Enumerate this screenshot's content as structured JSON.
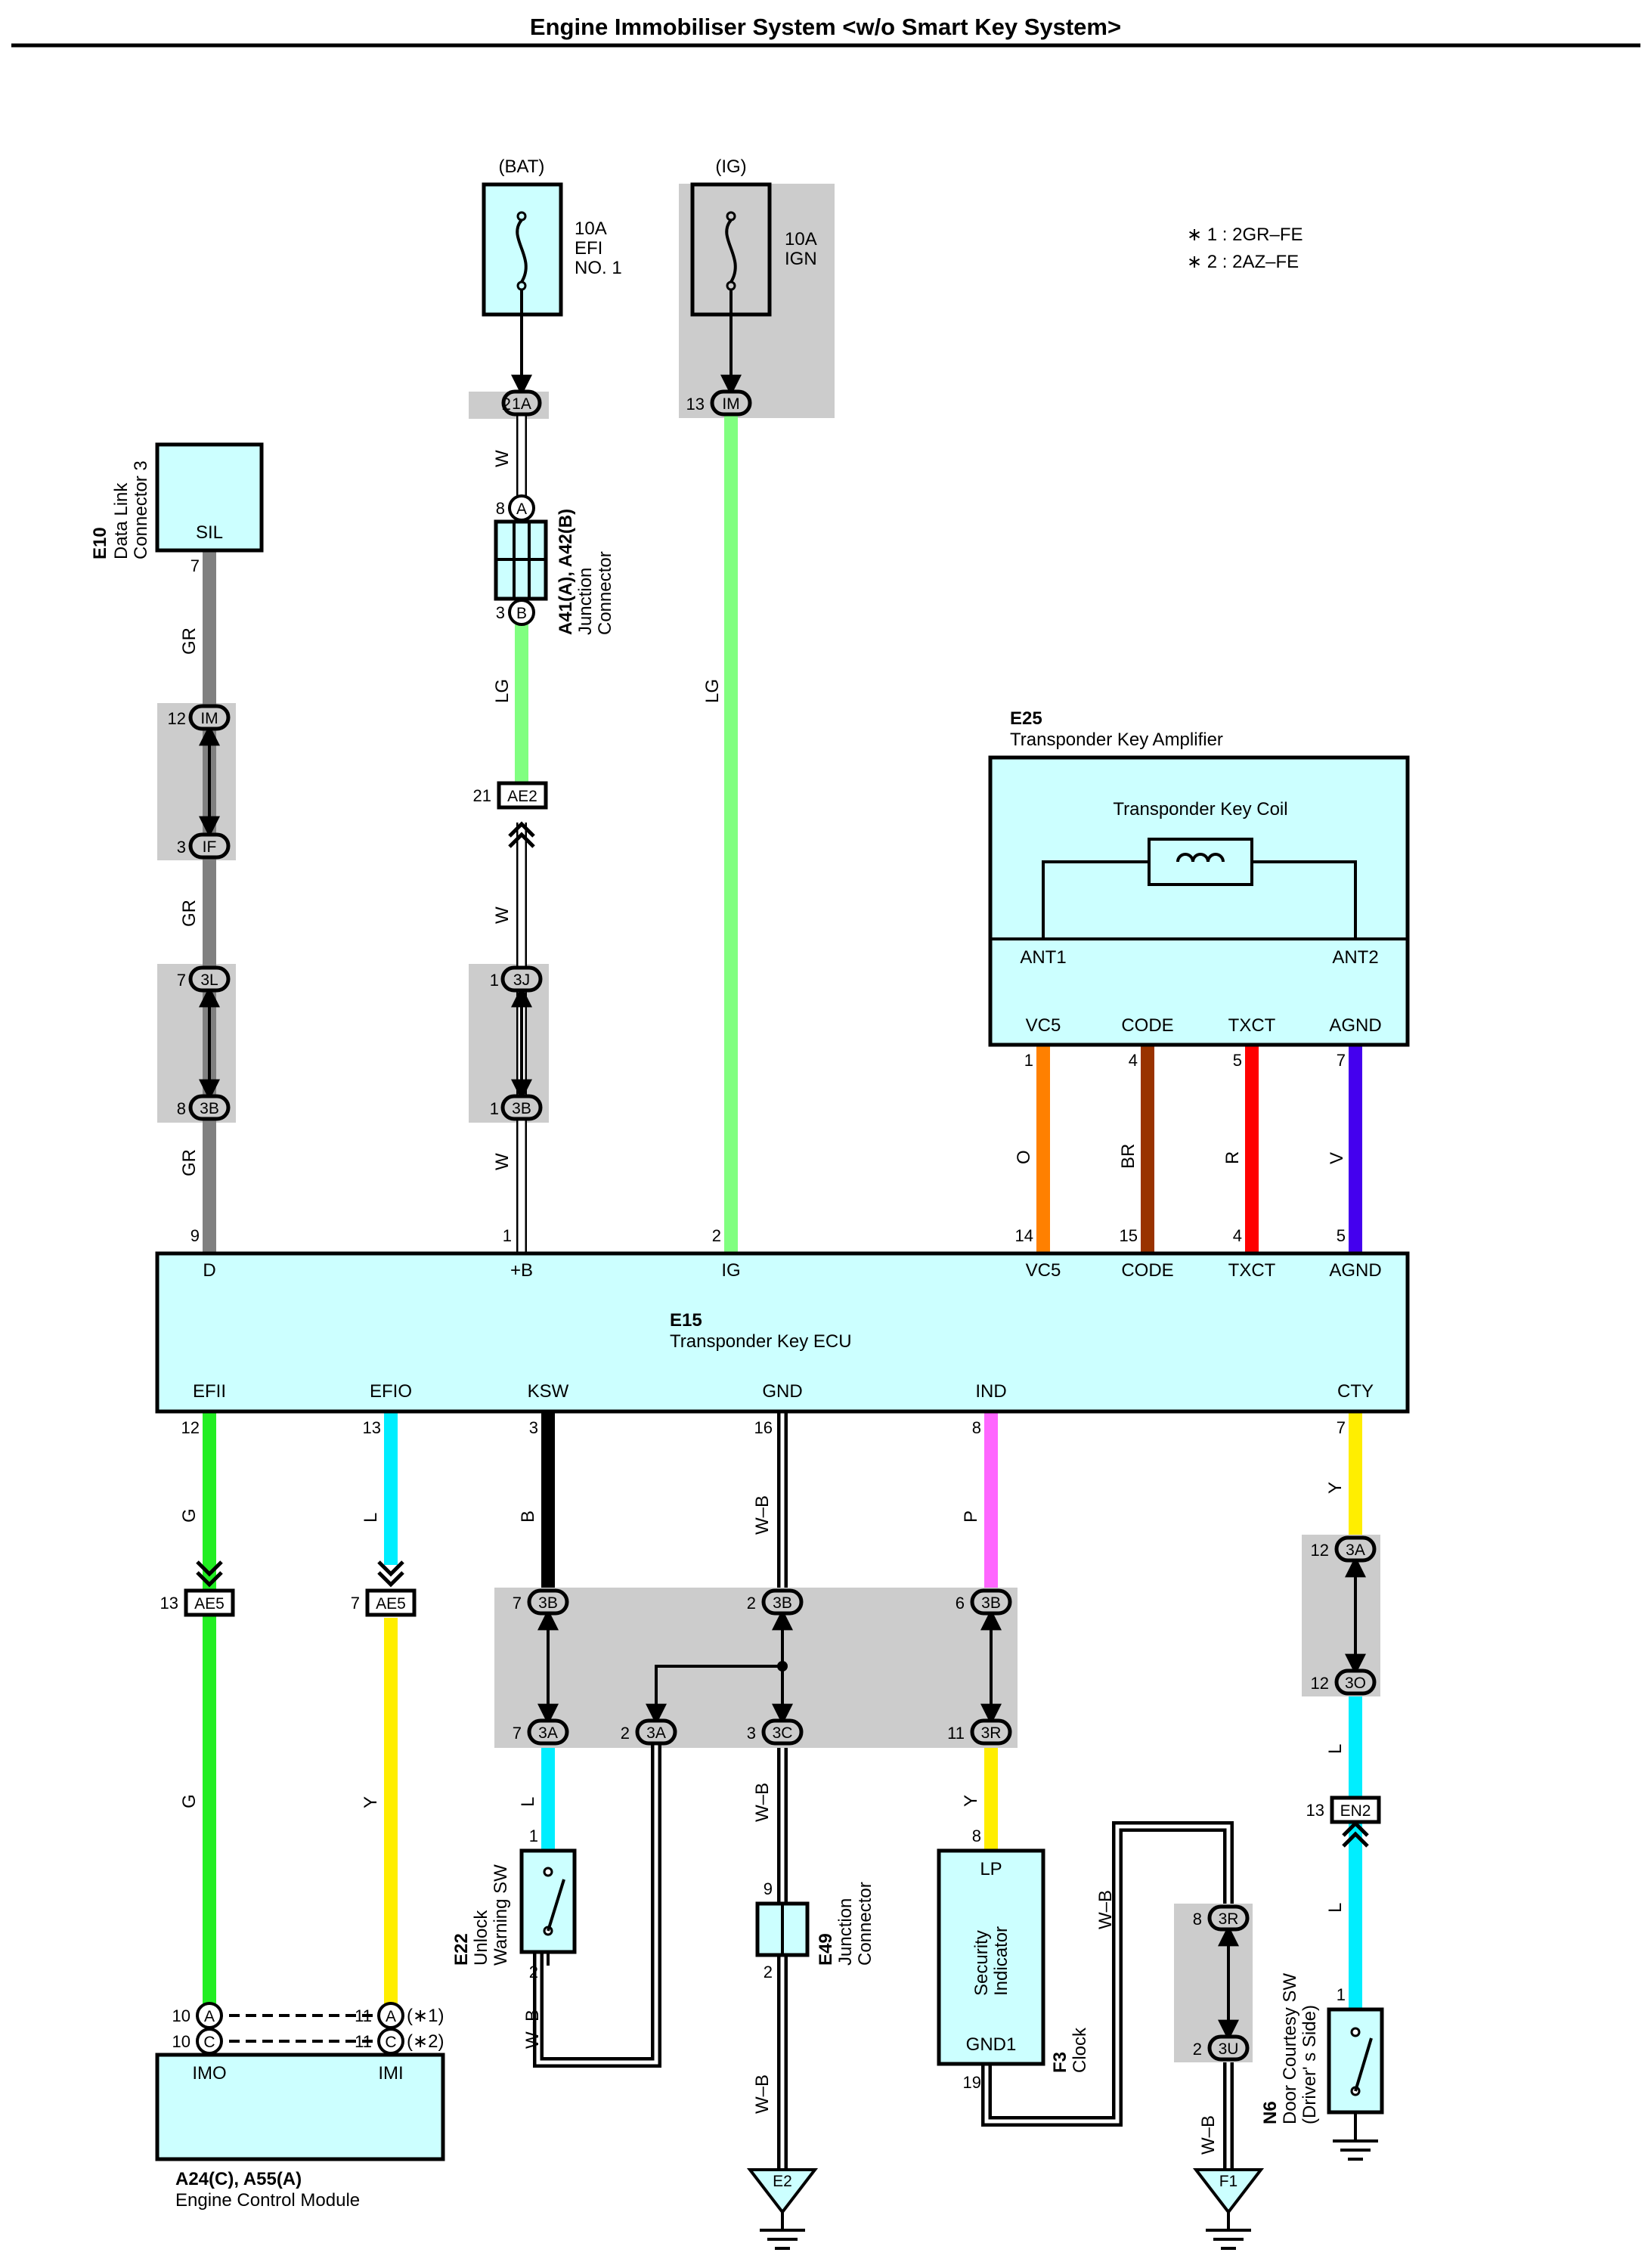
{
  "title": "Engine Immobiliser System <w/o Smart Key System>",
  "notes": [
    "∗ 1 : 2GR–FE",
    "∗ 2 : 2AZ–FE"
  ],
  "fuses": [
    {
      "source": "(BAT)",
      "rating": "10A",
      "name1": "EFI",
      "name2": "NO. 1"
    },
    {
      "source": "(IG)",
      "rating": "10A",
      "name1": "IGN",
      "name2": ""
    }
  ],
  "components": {
    "e10": {
      "id": "E10",
      "name1": "Data Link",
      "name2": "Connector 3",
      "pin_label": "SIL"
    },
    "a41": {
      "id": "A41(A), A42(B)",
      "name1": "Junction",
      "name2": "Connector"
    },
    "e25": {
      "id": "E25",
      "name": "Transponder Key Amplifier",
      "coil": "Transponder Key Coil",
      "ant1": "ANT1",
      "ant2": "ANT2",
      "pins": [
        "VC5",
        "CODE",
        "TXCT",
        "AGND"
      ]
    },
    "e15": {
      "id": "E15",
      "name": "Transponder Key ECU",
      "top_pins": [
        "D",
        "+B",
        "IG",
        "VC5",
        "CODE",
        "TXCT",
        "AGND"
      ],
      "bottom_pins": [
        "EFII",
        "EFIO",
        "KSW",
        "GND",
        "IND",
        "CTY"
      ]
    },
    "e22": {
      "id": "E22",
      "name1": "Unlock",
      "name2": "Warning SW"
    },
    "e49": {
      "id": "E49",
      "name1": "Junction",
      "name2": "Connector"
    },
    "f3": {
      "id": "F3",
      "name": "Clock",
      "lp": "LP",
      "gnd": "GND1",
      "inner1": "Security",
      "inner2": "Indicator"
    },
    "n6": {
      "id": "N6",
      "name1": "Door Courtesy SW",
      "name2": "(Driver' s Side)"
    },
    "ecm": {
      "id": "A24(C), A55(A)",
      "name": "Engine Control Module",
      "imo": "IMO",
      "imi": "IMI"
    }
  },
  "connectors": {
    "c1A": "1A",
    "cIM": "IM",
    "cIF": "IF",
    "c3L": "3L",
    "c3B": "3B",
    "cAE2": "AE2",
    "c3J": "3J",
    "cAE5": "AE5",
    "c3A": "3A",
    "c3C": "3C",
    "c3R": "3R",
    "c3O": "3O",
    "cEN2": "EN2",
    "c3U": "3U",
    "cA": "A",
    "cB": "B",
    "cC": "C",
    "gE2": "E2",
    "gF1": "F1",
    "n1": "(∗1)",
    "n2": "(∗2)"
  },
  "wires": {
    "W": "W",
    "GR": "GR",
    "LG": "LG",
    "O": "O",
    "BR": "BR",
    "R": "R",
    "V": "V",
    "G": "G",
    "L": "L",
    "B": "B",
    "WB": "W–B",
    "P": "P",
    "Y": "Y"
  },
  "pins": {
    "p1": "1",
    "p2": "2",
    "p3": "3",
    "p4": "4",
    "p5": "5",
    "p6": "6",
    "p7": "7",
    "p8": "8",
    "p9": "9",
    "p10": "10",
    "p11": "11",
    "p12": "12",
    "p13": "13",
    "p14": "14",
    "p15": "15",
    "p16": "16",
    "p19": "19",
    "p21": "21"
  },
  "colors": {
    "cyan_box": "#ccffff",
    "gray_zone": "#cccccc",
    "GR": "#808080",
    "LG": "#80ff80",
    "O": "#ff8000",
    "BR": "#993300",
    "R": "#ff0000",
    "V": "#4400ee",
    "G": "#22ee22",
    "L": "#00eeff",
    "B": "#000000",
    "P": "#ff66ff",
    "Y": "#ffee00",
    "W": "#ffffff"
  }
}
